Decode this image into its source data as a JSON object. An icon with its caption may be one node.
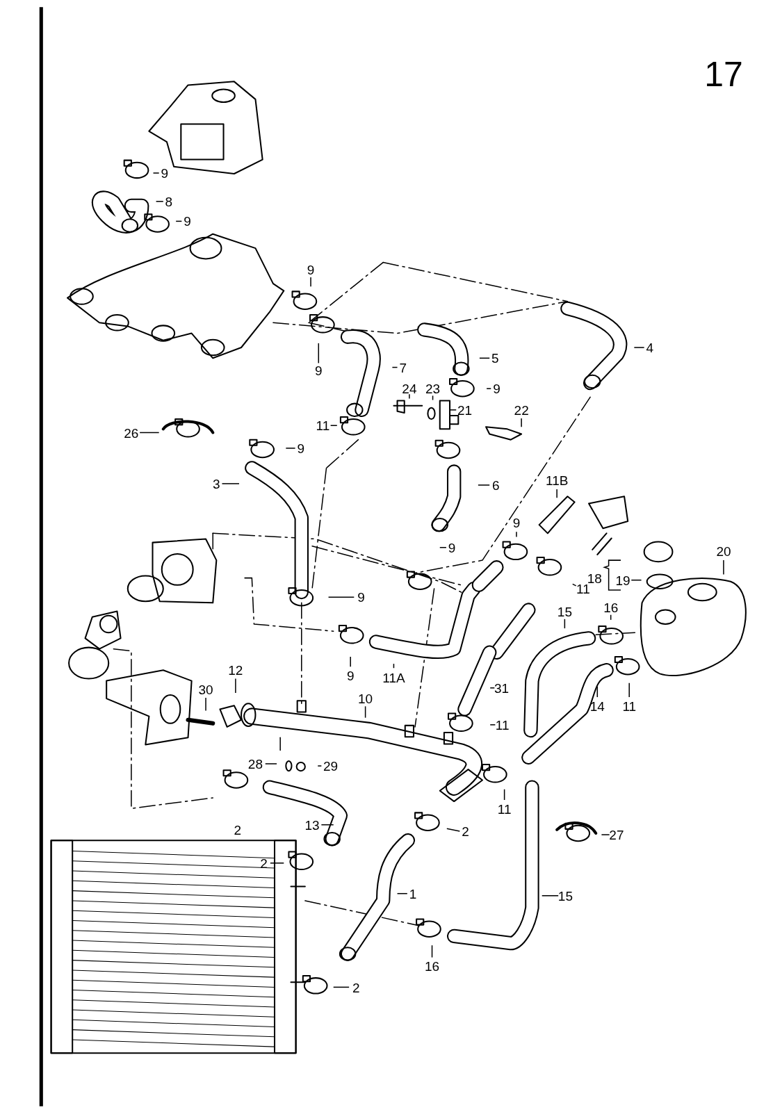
{
  "diagram": {
    "nodes": [
      {
        "text": [
          "9"
        ]
      },
      {
        "text": [
          "8"
        ]
      },
      {
        "text": [
          "9"
        ]
      },
      {
        "text": [
          "9"
        ]
      },
      {
        "text": [
          "9"
        ]
      },
      {
        "text": [
          "7"
        ]
      },
      {
        "text": [
          "5"
        ]
      },
      {
        "text": [
          "4"
        ]
      },
      {
        "text": [
          "24"
        ]
      },
      {
        "text": [
          "23"
        ]
      },
      {
        "text": [
          "9"
        ]
      },
      {
        "text": [
          "21"
        ]
      },
      {
        "text": [
          "22"
        ]
      },
      {
        "text": [
          "26"
        ]
      },
      {
        "text": [
          "11"
        ]
      },
      {
        "text": [
          "9"
        ]
      },
      {
        "text": [
          "3"
        ]
      },
      {
        "text": [
          "6"
        ]
      },
      {
        "text": [
          "11B"
        ]
      },
      {
        "text": [
          "9"
        ]
      },
      {
        "text": [
          "9"
        ]
      },
      {
        "text": [
          "11"
        ]
      },
      {
        "text": [
          "20"
        ]
      },
      {
        "text": [
          "19"
        ]
      },
      {
        "text": [
          "9"
        ]
      },
      {
        "text": [
          "15"
        ]
      },
      {
        "text": [
          "16"
        ]
      },
      {
        "text": [
          "9"
        ]
      },
      {
        "text": [
          "11A"
        ]
      },
      {
        "text": [
          "12"
        ]
      },
      {
        "text": [
          "30"
        ]
      },
      {
        "text": [
          "10"
        ]
      },
      {
        "text": [
          "31"
        ]
      },
      {
        "text": [
          "14"
        ]
      },
      {
        "text": [
          "11"
        ]
      },
      {
        "text": [
          "11"
        ]
      },
      {
        "text": [
          "28"
        ]
      },
      {
        "text": [
          "29"
        ]
      },
      {
        "text": [
          "11"
        ]
      },
      {
        "text": [
          "13"
        ]
      },
      {
        "text": [
          "2"
        ]
      },
      {
        "text": [
          "27"
        ]
      },
      {
        "text": [
          "2"
        ]
      },
      {
        "text": [
          "1"
        ]
      },
      {
        "text": [
          "15"
        ]
      },
      {
        "text": [
          "16"
        ]
      },
      {
        "text": [
          "2"
        ]
      }
    ],
    "edges": [
      {
        "from": 0,
        "to": null,
        "arrow": "none"
      },
      {
        "from": 1,
        "to": null,
        "arrow": "none"
      },
      {
        "from": 2,
        "to": null,
        "arrow": "none"
      },
      {
        "from": 3,
        "to": null,
        "arrow": "none"
      },
      {
        "from": 4,
        "to": null,
        "arrow": "none"
      },
      {
        "from": 5,
        "to": null,
        "arrow": "none"
      },
      {
        "from": 6,
        "to": null,
        "arrow": "none"
      },
      {
        "from": 7,
        "to": null,
        "arrow": "none"
      },
      {
        "from": 8,
        "to": null,
        "arrow": "none"
      },
      {
        "from": 9,
        "to": null,
        "arrow": "none"
      },
      {
        "from": 10,
        "to": null,
        "arrow": "none"
      },
      {
        "from": 11,
        "to": null,
        "arrow": "none"
      },
      {
        "from": 12,
        "to": null,
        "arrow": "none"
      },
      {
        "from": 13,
        "to": null,
        "arrow": "none"
      },
      {
        "from": 14,
        "to": null,
        "arrow": "none"
      },
      {
        "from": 15,
        "to": null,
        "arrow": "none"
      },
      {
        "from": 16,
        "to": null,
        "arrow": "none"
      },
      {
        "from": 17,
        "to": null,
        "arrow": "none"
      },
      {
        "from": 18,
        "to": null,
        "arrow": "none"
      },
      {
        "from": 19,
        "to": null,
        "arrow": "none"
      },
      {
        "from": 20,
        "to": null,
        "arrow": "none"
      },
      {
        "from": 21,
        "to": null,
        "arrow": "none"
      },
      {
        "from": 22,
        "to": null,
        "arrow": "none"
      },
      {
        "from": 23,
        "to": null,
        "arrow": "none"
      },
      {
        "from": 24,
        "to": null,
        "arrow": "none"
      },
      {
        "from": 25,
        "to": null,
        "arrow": "none"
      },
      {
        "from": 26,
        "to": null,
        "arrow": "none"
      },
      {
        "from": 27,
        "to": null,
        "arrow": "none"
      },
      {
        "from": 28,
        "to": null,
        "arrow": "none"
      },
      {
        "from": 29,
        "to": null,
        "arrow": "none"
      },
      {
        "from": 30,
        "to": null,
        "arrow": "none"
      },
      {
        "from": 31,
        "to": null,
        "arrow": "none"
      },
      {
        "from": 32,
        "to": null,
        "arrow": "none"
      },
      {
        "from": 33,
        "to": null,
        "arrow": "none"
      },
      {
        "from": 34,
        "to": null,
        "arrow": "none"
      },
      {
        "from": 35,
        "to": null,
        "arrow": "none"
      },
      {
        "from": 36,
        "to": null,
        "arrow": "none"
      },
      {
        "from": 37,
        "to": null,
        "arrow": "none"
      },
      {
        "from": 38,
        "to": null,
        "arrow": "none"
      },
      {
        "from": 39,
        "to": null,
        "arrow": "none"
      },
      {
        "from": 40,
        "to": null,
        "arrow": "none"
      },
      {
        "from": 41,
        "to": null,
        "arrow": "none"
      },
      {
        "from": 42,
        "to": null,
        "arrow": "none"
      },
      {
        "from": 43,
        "to": null,
        "arrow": "none"
      },
      {
        "from": 44,
        "to": null,
        "arrow": "none"
      },
      {
        "from": 45,
        "to": null,
        "arrow": "none"
      },
      {
        "from": 46,
        "to": null,
        "arrow": "none"
      }
    ],
    "labels": [
      "17",
      "18",
      "2"
    ]
  }
}
